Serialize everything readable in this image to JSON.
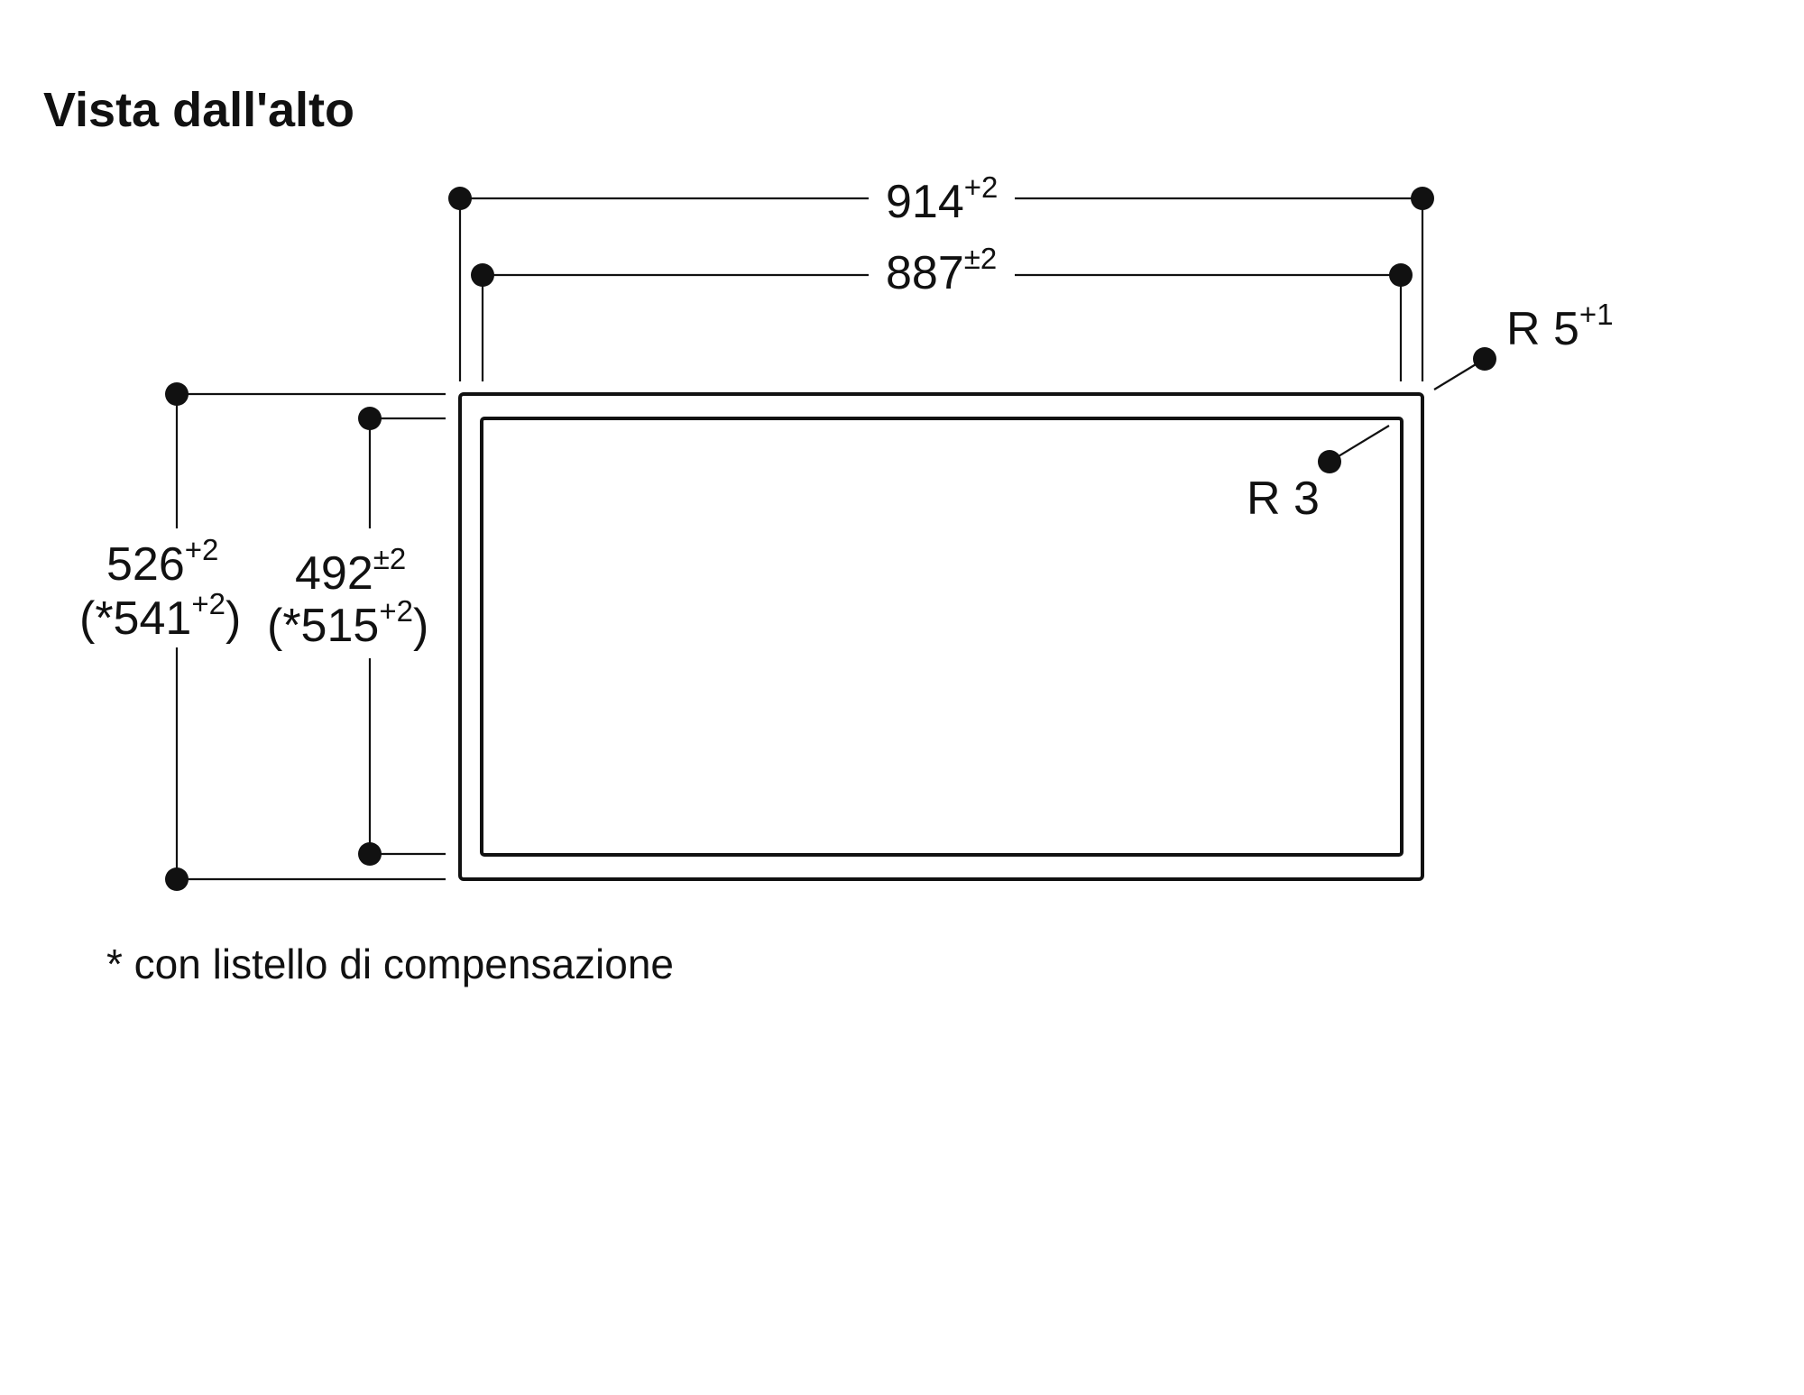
{
  "title": "Vista dall'alto",
  "dimensions": {
    "outer_width": {
      "value": "914",
      "tolerance": "+2"
    },
    "inner_width": {
      "value": "887",
      "tolerance": "±2"
    },
    "outer_depth": {
      "value": "526",
      "tolerance": "+2",
      "alt_prefix": "(*541",
      "alt_tolerance": "+2",
      "alt_suffix": ")"
    },
    "inner_depth": {
      "value": "492",
      "tolerance": "±2",
      "alt_prefix": "(*515",
      "alt_tolerance": "+2",
      "alt_suffix": ")"
    },
    "outer_radius": {
      "value": "R 5",
      "tolerance": "+1"
    },
    "inner_radius": {
      "value": "R 3"
    }
  },
  "footnote": "* con listello di compensazione"
}
